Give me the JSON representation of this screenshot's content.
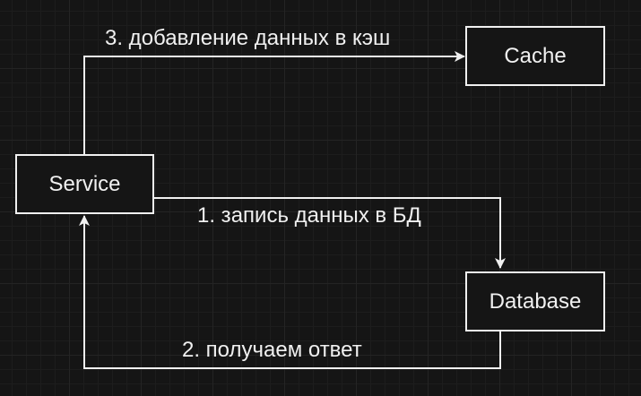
{
  "nodes": {
    "service": "Service",
    "cache": "Cache",
    "database": "Database"
  },
  "edges": {
    "write_db": "1. запись данных в БД",
    "get_response": "2. получаем ответ",
    "add_cache": "3. добавление данных в кэш"
  },
  "colors": {
    "background": "#151515",
    "line": "#f0f0f0"
  }
}
